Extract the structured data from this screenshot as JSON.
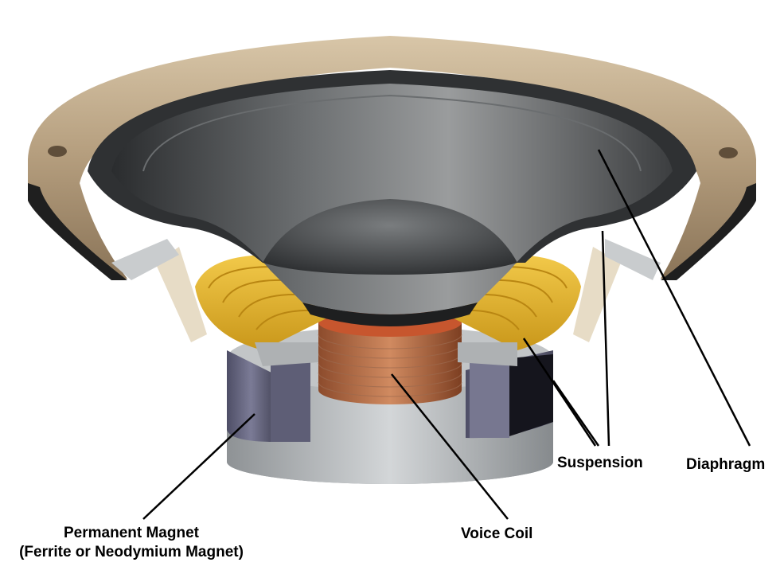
{
  "labels": {
    "diaphragm": "Diaphragm",
    "suspension": "Suspension",
    "voice_coil": "Voice Coil",
    "magnet_line1": "Permanent Magnet",
    "magnet_line2": "(Ferrite or Neodymium Magnet)"
  },
  "colors": {
    "frame": "#b9a487",
    "cone": "#45484a",
    "suspension": "#e3b52a",
    "coil": "#b26a45",
    "magnet": "#66667e",
    "pole": "#b4b7b9",
    "leader": "#000000"
  }
}
